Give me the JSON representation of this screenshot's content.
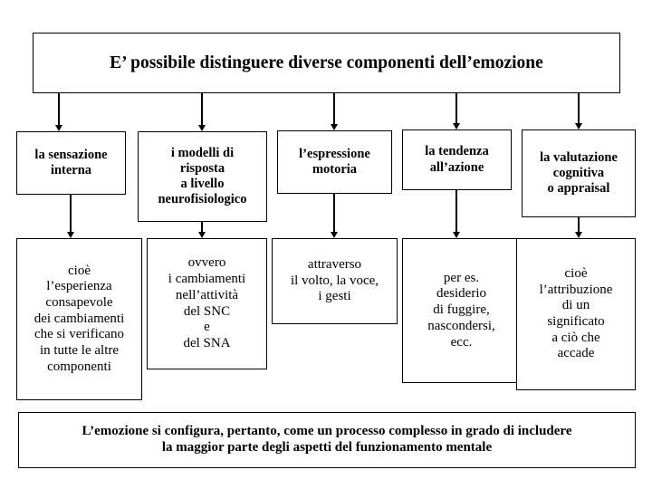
{
  "title": {
    "text": "E’ possibile distinguere diverse componenti dell’emozione"
  },
  "components": [
    {
      "label": "la sensazione\ninterna"
    },
    {
      "label": "i modelli di\nrisposta\na livello\nneurofisiologico"
    },
    {
      "label": "l’espressione\nmotoria"
    },
    {
      "label": "la tendenza\nall’azione"
    },
    {
      "label": "la valutazione\ncognitiva\no appraisal"
    }
  ],
  "details": [
    {
      "label": "cioè\nl’esperienza\nconsapevole\ndei cambiamenti\nche si verificano\nin tutte le altre\ncomponenti"
    },
    {
      "label": "ovvero\ni cambiamenti\nnell’attività\ndel SNC\ne\ndel SNA"
    },
    {
      "label": "attraverso\nil volto, la voce,\ni gesti"
    },
    {
      "label": "per es.\ndesiderio\ndi fuggire,\nnascondersi,\necc."
    },
    {
      "label": "cioè\nl’attribuzione\ndi un\nsignificato\na ciò che\naccade"
    }
  ],
  "summary": {
    "text": "L’emozione si configura, pertanto, come un processo complesso in grado di includere\nla maggior parte degli aspetti del funzionamento mentale"
  },
  "colors": {
    "background": "#ffffff",
    "border": "#000000",
    "text": "#000000",
    "connector": "#000000"
  }
}
